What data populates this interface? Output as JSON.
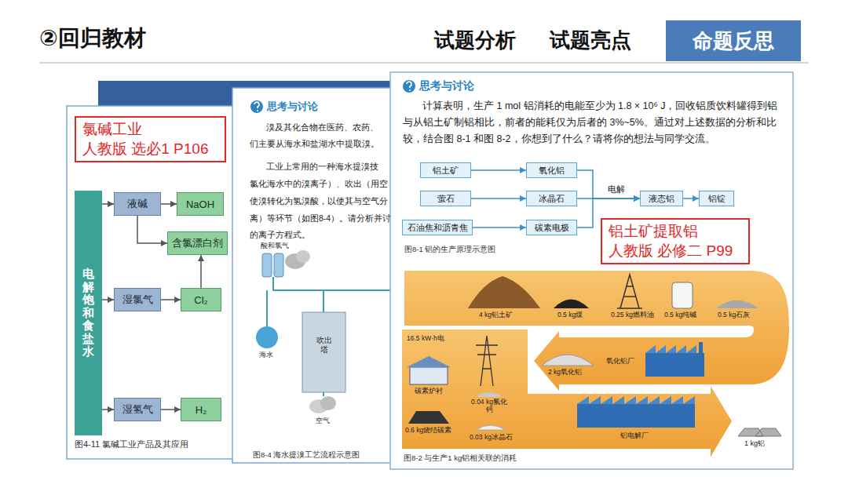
{
  "diagram": {
    "title": "②回归教材",
    "nodes": [
      {
        "text": [
          "命题反思"
        ]
      },
      {
        "text": [
          "氯碱工业",
          "人教版 选必1 P106"
        ]
      },
      {
        "text": [
          "电解饱和食盐水"
        ]
      },
      {
        "text": [
          "液碱"
        ]
      },
      {
        "text": [
          "NaOH"
        ]
      },
      {
        "text": [
          "含氯漂白剂"
        ]
      },
      {
        "text": [
          "湿氯气"
        ]
      },
      {
        "text": [
          "Cl₂"
        ]
      },
      {
        "text": [
          "湿氢气"
        ]
      },
      {
        "text": [
          "H₂"
        ]
      },
      {
        "text": [
          "铝土矿"
        ]
      },
      {
        "text": [
          "氧化铝"
        ]
      },
      {
        "text": [
          "萤石"
        ]
      },
      {
        "text": [
          "冰晶石"
        ]
      },
      {
        "text": [
          "石油焦和沥青焦"
        ]
      },
      {
        "text": [
          "碳素电极"
        ]
      },
      {
        "text": [
          "液态铝"
        ]
      },
      {
        "text": [
          "铝锭"
        ]
      },
      {
        "text": [
          "铝土矿提取铝",
          "人教版 必修二 P99"
        ]
      }
    ],
    "edges": [
      {
        "from": 2,
        "to": 3,
        "arrow": "to"
      },
      {
        "from": 2,
        "to": 6,
        "arrow": "to"
      },
      {
        "from": 2,
        "to": 8,
        "arrow": "to"
      },
      {
        "from": 3,
        "to": 4,
        "arrow": "to"
      },
      {
        "from": 3,
        "to": 5,
        "arrow": "to"
      },
      {
        "from": 6,
        "to": 7,
        "arrow": "to"
      },
      {
        "from": 7,
        "to": 5,
        "arrow": "to"
      },
      {
        "from": 8,
        "to": 9,
        "arrow": "to"
      },
      {
        "from": 10,
        "to": 11,
        "arrow": "to"
      },
      {
        "from": 12,
        "to": 13,
        "arrow": "to"
      },
      {
        "from": 14,
        "to": 15,
        "arrow": "to"
      },
      {
        "from": 11,
        "to": 16,
        "arrow": "to"
      },
      {
        "from": 13,
        "to": 16,
        "label": "电解",
        "arrow": "to"
      },
      {
        "from": 15,
        "to": 16,
        "arrow": "to"
      },
      {
        "from": 16,
        "to": 17,
        "arrow": "to"
      }
    ],
    "labels": [
      "试题分析",
      "试题亮点",
      "图4-11 氯碱工业产品及其应用",
      "思考与讨论",
      "溴及其化合物在医药、农药、",
      "们主要从海水和盐湖水中提取溴。",
      "工业上常用的一种海水提溴技",
      "氯化海水中的溴离子）、吹出（用空",
      "使溴转化为氢溴酸，以使其与空气分",
      "离）等环节（如图8-4）。请分析并讨",
      "的离子方程式。",
      "酸和氯气",
      "海水",
      "吹出塔",
      "空气",
      "图8-4 海水提溴工艺流程示意图",
      "思考与讨论",
      "计算表明，生产 1 mol 铝消耗的电能至少为 1.8 × 10⁶ J，回收铝质饮料罐得到铝与从铝土矿制铝相比，前者的能耗仅为后者的 3%~5%。通过对上述数据的分析和比较，结合图 8-1 和图 8-2，你想到了什么？请将你的想法与同学交流。",
      "图8-1 铝的生产原理示意图",
      "4 kg铝土矿",
      "0.5 kg煤",
      "0.25 kg燃料油",
      "0.5 kg纯碱",
      "0.5 kg石灰",
      "2 kg氧化铝",
      "氧化铝厂",
      "16.5 kW·h电",
      "碳素炉衬",
      "0.04 kg氟化钙",
      "0.6 kg烧结碳素",
      "0.03 kg冰晶石",
      "铝电解厂",
      "1 kg铝",
      "图8-2 与生产1 kg铝相关联的消耗"
    ]
  }
}
